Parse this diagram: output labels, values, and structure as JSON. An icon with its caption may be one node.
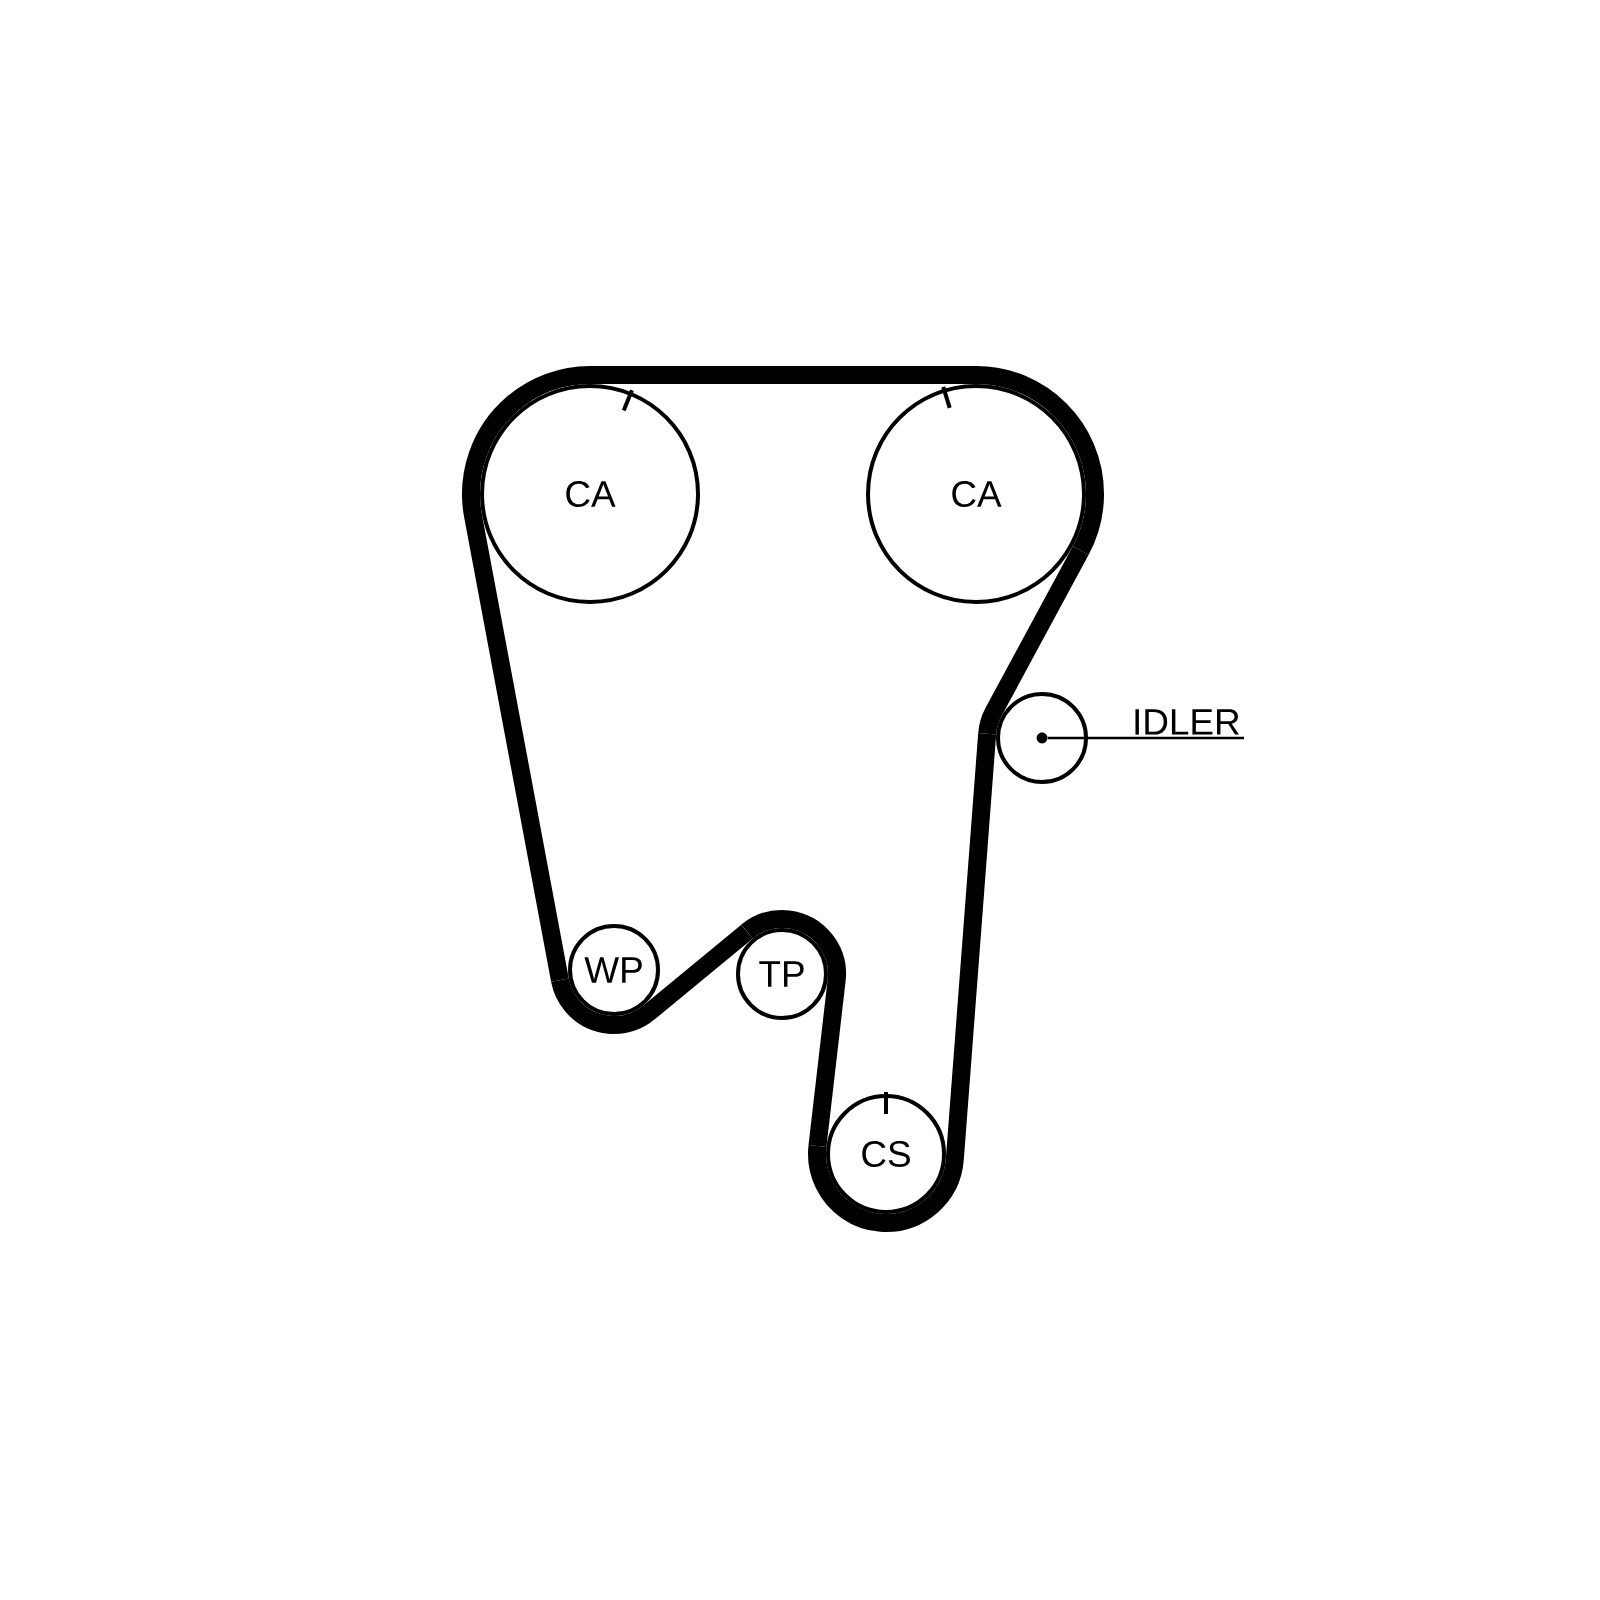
{
  "diagram": {
    "nodes": [
      {
        "text": [
          "CA"
        ]
      },
      {
        "text": [
          "CA"
        ]
      },
      {
        "text": [],
        "shape": "circle"
      },
      {
        "text": [],
        "shape": "circle",
        "in": 2
      },
      {
        "text": [
          "IDLER"
        ]
      },
      {
        "text": [
          "WP"
        ]
      },
      {
        "text": [
          "TP"
        ]
      },
      {
        "text": [
          "CS"
        ]
      }
    ],
    "edges": [
      {
        "from": 0,
        "to": 1,
        "arrow": "none"
      },
      {
        "from": 1,
        "to": 2,
        "arrow": "none"
      },
      {
        "from": 2,
        "to": 7,
        "arrow": "none"
      },
      {
        "from": 7,
        "to": 6,
        "arrow": "none"
      },
      {
        "from": 6,
        "to": 5,
        "arrow": "none"
      },
      {
        "from": 5,
        "to": 0,
        "arrow": "none"
      },
      {
        "from": 4,
        "to": 3,
        "arrow": "none"
      }
    ]
  }
}
